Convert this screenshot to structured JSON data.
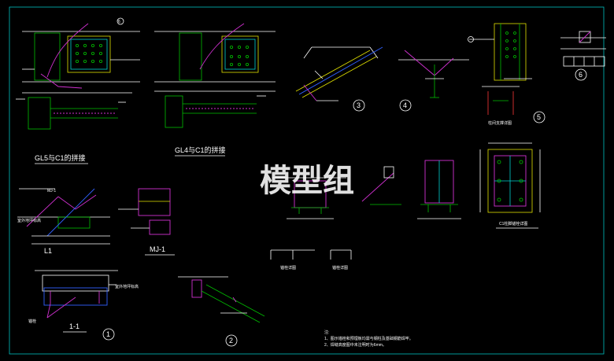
{
  "watermark": "模型组",
  "detail_titles": {
    "gl5_c1": "GL5与C1的拼接",
    "gl4_c1": "GL4与C1的拼接",
    "mj1_note": "MJ-1",
    "mj1_small": "MJ-1",
    "l1": "L1",
    "section_11": "1-1",
    "c1_base": "C1柱脚锚栓详图",
    "frame_support": "柱间支撑详图"
  },
  "detail_numbers": {
    "n1": "1",
    "n2": "2",
    "n3": "3",
    "n4": "4",
    "n5": "5",
    "n6": "6"
  },
  "labels": {
    "anchor_a": "锚栓详图",
    "anchor_b": "锚栓详图",
    "rail": "室外地坪标高",
    "rail2": "室外地坪标高",
    "welding": "钢板",
    "anchor_c": "锚栓",
    "plate_steel": "钢板"
  },
  "notes": {
    "head": "注:",
    "line1": "1、图示锚栓和预埋板均需与钢柱及基础钢筋焊牢。",
    "line2": "2、焊缝高度图中未注明时为6mm。"
  }
}
